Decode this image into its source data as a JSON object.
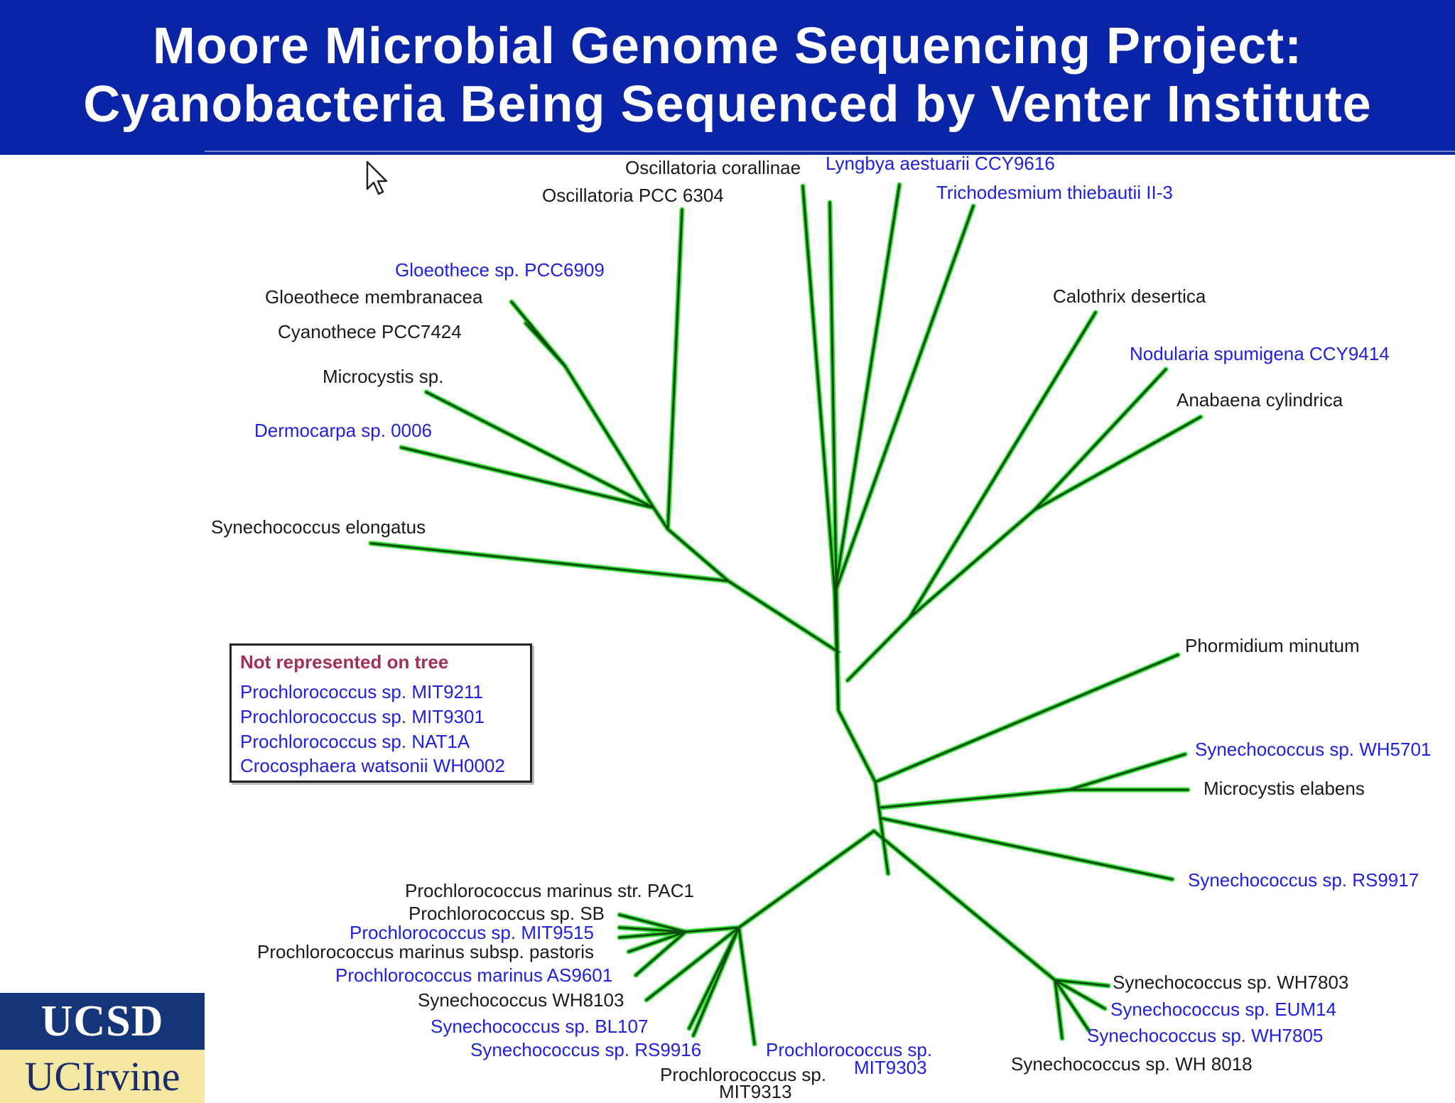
{
  "title": {
    "line1": "Moore Microbial Genome Sequencing Project:",
    "line2": "Cyanobacteria Being Sequenced by Venter Institute"
  },
  "colors": {
    "title_bar": "#0a24a8",
    "branch_dark": "#0b4a0b",
    "branch_glow": "#33dd33",
    "sequenced_label": "#2020e0",
    "existing_label": "#1a1a1a",
    "legend_title": "#a0305a"
  },
  "tree_labels": [
    {
      "text": "Oscillatoria corallinae",
      "color": "black"
    },
    {
      "text": "Lyngbya aestuarii CCY9616",
      "color": "blue"
    },
    {
      "text": "Oscillatoria PCC 6304",
      "color": "black"
    },
    {
      "text": "Trichodesmium thiebautii II-3",
      "color": "blue"
    },
    {
      "text": "Gloeothece sp. PCC6909",
      "color": "blue"
    },
    {
      "text": "Gloeothece membranacea",
      "color": "black"
    },
    {
      "text": "Cyanothece PCC7424",
      "color": "black"
    },
    {
      "text": "Microcystis sp.",
      "color": "black"
    },
    {
      "text": "Dermocarpa sp. 0006",
      "color": "blue"
    },
    {
      "text": "Synechococcus elongatus",
      "color": "black"
    },
    {
      "text": "Calothrix desertica",
      "color": "black"
    },
    {
      "text": "Nodularia spumigena CCY9414",
      "color": "blue"
    },
    {
      "text": "Anabaena cylindrica",
      "color": "black"
    },
    {
      "text": "Phormidium minutum",
      "color": "black"
    },
    {
      "text": "Synechococcus sp. WH5701",
      "color": "blue"
    },
    {
      "text": "Microcystis elabens",
      "color": "black"
    },
    {
      "text": "Synechococcus sp. RS9917",
      "color": "blue"
    },
    {
      "text": "Synechococcus sp. WH7803",
      "color": "black"
    },
    {
      "text": "Synechococcus sp. EUM14",
      "color": "blue"
    },
    {
      "text": "Synechococcus sp. WH7805",
      "color": "blue"
    },
    {
      "text": "Synechococcus sp. WH 8018",
      "color": "black"
    },
    {
      "text": "Prochlorococcus marinus str. PAC1",
      "color": "black"
    },
    {
      "text": "Prochlorococcus sp. SB",
      "color": "black"
    },
    {
      "text": "Prochlorococcus sp. MIT9515",
      "color": "blue"
    },
    {
      "text": "Prochlorococcus marinus subsp. pastoris",
      "color": "black"
    },
    {
      "text": "Prochlorococcus marinus AS9601",
      "color": "blue"
    },
    {
      "text": "Synechococcus WH8103",
      "color": "black"
    },
    {
      "text": "Synechococcus sp. BL107",
      "color": "blue"
    },
    {
      "text": "Synechococcus sp. RS9916",
      "color": "blue"
    },
    {
      "text": "Prochlorococcus sp.",
      "color": "blue"
    },
    {
      "text": "MIT9303",
      "color": "blue"
    },
    {
      "text": "Prochlorococcus sp.",
      "color": "black"
    },
    {
      "text": "MIT9313",
      "color": "black"
    }
  ],
  "legend": {
    "title": "Not represented on tree",
    "items": [
      "Prochlorococcus sp. MIT9211",
      "Prochlorococcus sp. MIT9301",
      "Prochlorococcus sp. NAT1A",
      "Crocosphaera watsonii WH0002"
    ]
  },
  "logos": {
    "top": "UCSD",
    "bottom": "UCIrvine"
  }
}
